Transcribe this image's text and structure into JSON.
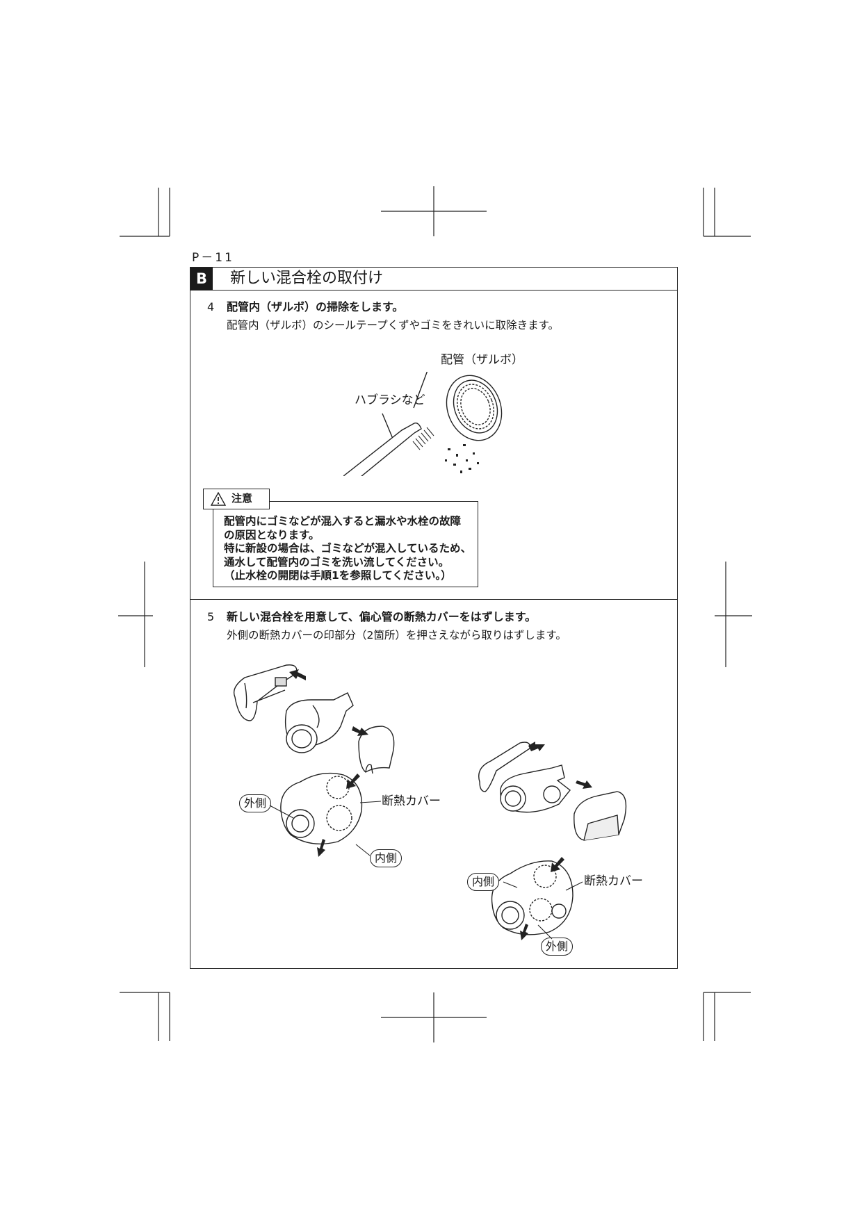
{
  "page_number": "P－11",
  "section": {
    "badge": "B",
    "title": "新しい混合栓の取付け"
  },
  "step4": {
    "number": "4",
    "title": "配管内（ザルボ）の掃除をします。",
    "description": "配管内（ザルボ）のシールテープくずやゴミをきれいに取除きます。",
    "label_pipe": "配管（ザルボ）",
    "label_brush": "ハブラシなど"
  },
  "caution": {
    "title": "注意",
    "icon": "warning-triangle-icon",
    "lines": [
      "配管内にゴミなどが混入すると漏水や水栓の故障",
      "の原因となります。",
      "特に新設の場合は、ゴミなどが混入しているため、",
      "通水して配管内のゴミを洗い流してください。",
      "（止水栓の開閉は手順1を参照してください。）"
    ]
  },
  "step5": {
    "number": "5",
    "title": "新しい混合栓を用意して、偏心管の断熱カバーをはずします。",
    "description": "外側の断熱カバーの印部分（2箇所）を押さえながら取りはずします。",
    "left_labels": {
      "outer": "外側",
      "cover": "断熱カバー",
      "inner": "内側"
    },
    "right_labels": {
      "inner": "内側",
      "cover": "断熱カバー",
      "outer": "外側"
    }
  }
}
